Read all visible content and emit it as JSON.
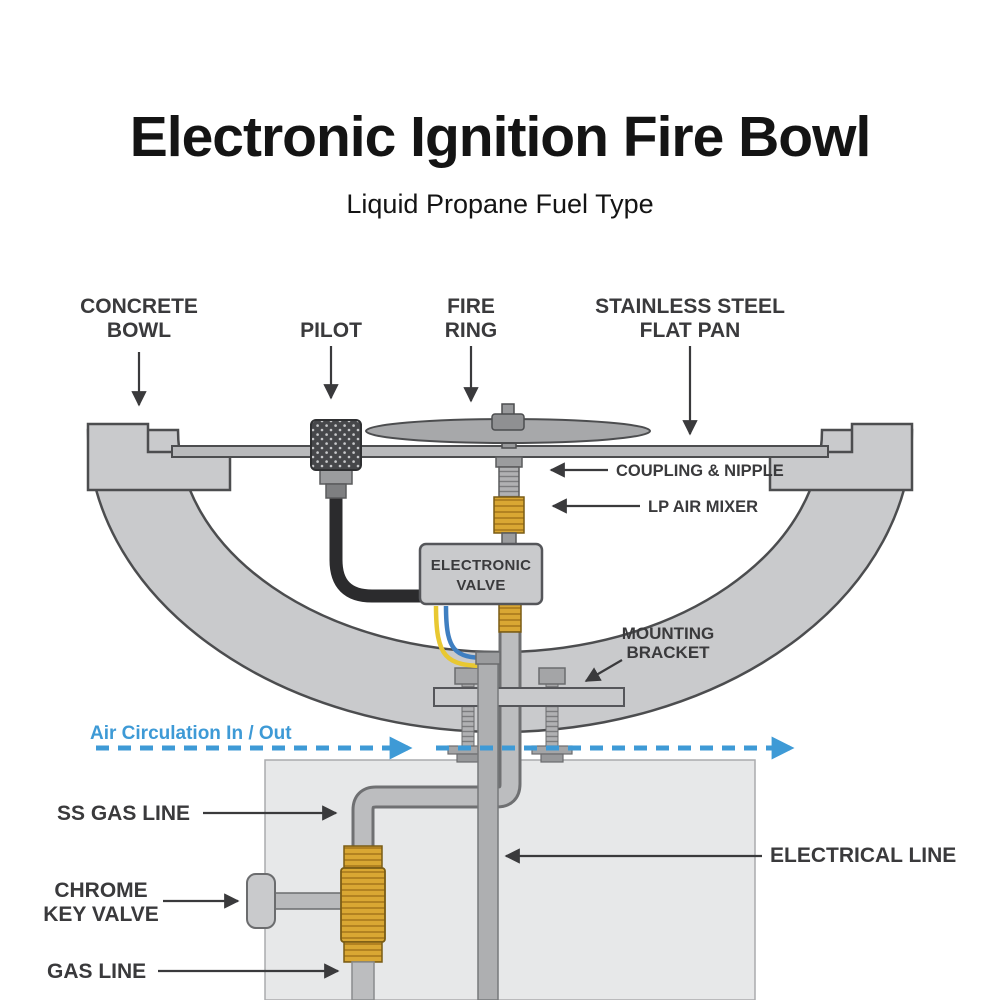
{
  "header": {
    "title": "Electronic Ignition Fire Bowl",
    "subtitle": "Liquid Propane Fuel Type"
  },
  "labels": {
    "concrete_bowl": "CONCRETE\nBOWL",
    "pilot": "PILOT",
    "fire_ring": "FIRE\nRING",
    "flat_pan": "STAINLESS STEEL\nFLAT PAN",
    "coupling_nipple": "COUPLING & NIPPLE",
    "lp_air_mixer": "LP AIR MIXER",
    "electronic_valve": "ELECTRONIC\nVALVE",
    "mounting_bracket": "MOUNTING\nBRACKET",
    "air_circulation": "Air Circulation In / Out",
    "ss_gas_line": "SS GAS LINE",
    "chrome_key_valve": "CHROME\nKEY VALVE",
    "gas_line": "GAS LINE",
    "electrical_line": "ELECTRICAL LINE"
  },
  "colors": {
    "title_text": "#141414",
    "label_text": "#3a3a3c",
    "air_circulation_blue": "#3e9ad6",
    "bowl_gray": "#c9cacc",
    "pan_gray": "#b9babc",
    "pedestal_gray": "#e7e8e9",
    "pipe_gray": "#bcbdbf",
    "brass": "#d9a733",
    "wire_yellow": "#e8c832",
    "wire_blue": "#3f7fc1",
    "outline": "#4c4d4f"
  }
}
